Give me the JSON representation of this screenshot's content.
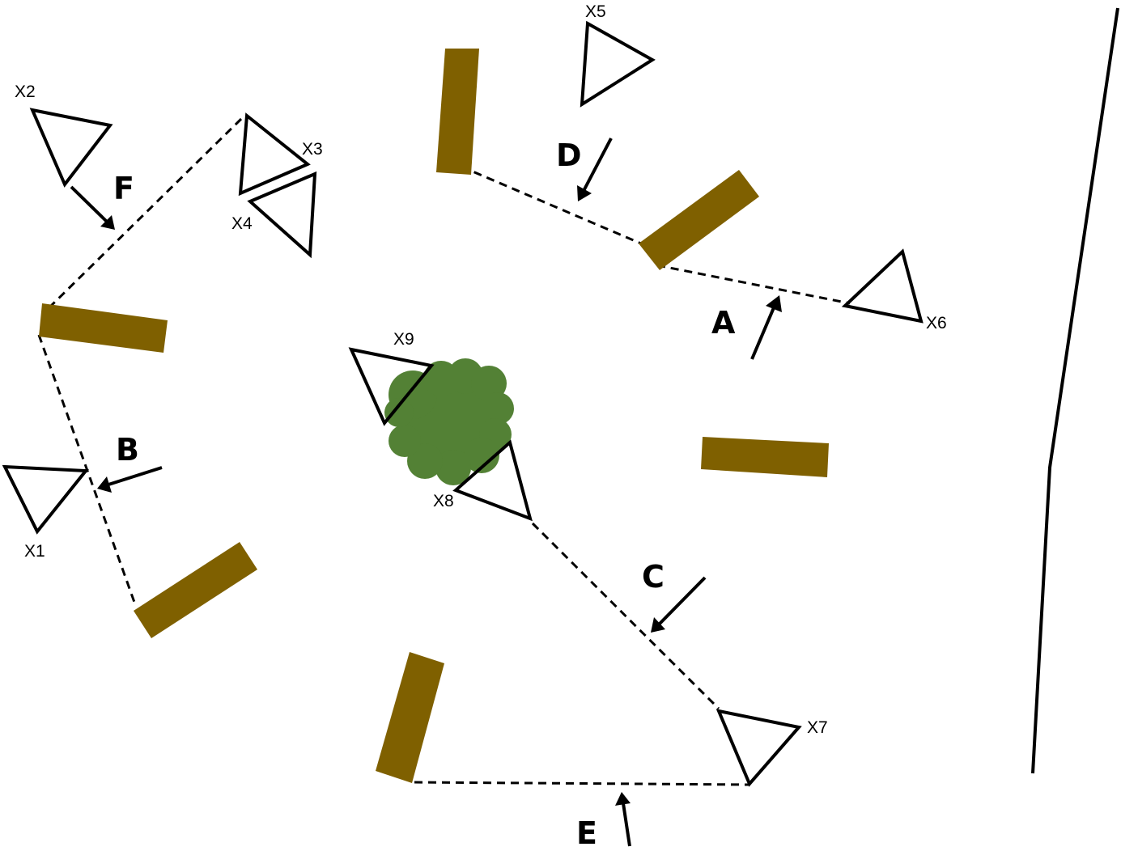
{
  "colors": {
    "wall": "#7f6000",
    "bush": "#538135",
    "line": "#000000",
    "background": "#ffffff"
  },
  "triangles": [
    {
      "id": "x1",
      "label": "X1"
    },
    {
      "id": "x2",
      "label": "X2"
    },
    {
      "id": "x3",
      "label": "X3"
    },
    {
      "id": "x4",
      "label": "X4"
    },
    {
      "id": "x5",
      "label": "X5"
    },
    {
      "id": "x6",
      "label": "X6"
    },
    {
      "id": "x7",
      "label": "X7"
    },
    {
      "id": "x8",
      "label": "X8"
    },
    {
      "id": "x9",
      "label": "X9"
    }
  ],
  "arrows": [
    {
      "id": "a",
      "label": "A"
    },
    {
      "id": "b",
      "label": "B"
    },
    {
      "id": "c",
      "label": "C"
    },
    {
      "id": "d",
      "label": "D"
    },
    {
      "id": "e",
      "label": "E"
    },
    {
      "id": "f",
      "label": "F"
    }
  ],
  "icons": {
    "wall": "brown-wall-bar",
    "bush": "green-bush-icon",
    "triangle": "triangle-marker-icon",
    "arrow": "arrow-icon"
  }
}
